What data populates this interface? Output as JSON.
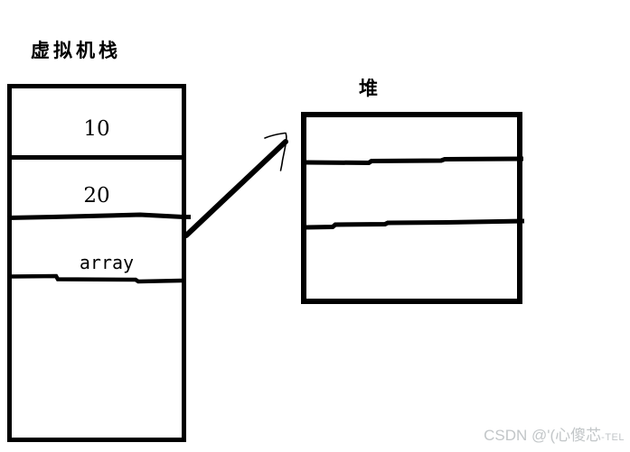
{
  "stack": {
    "title": "虚拟机栈",
    "cells": [
      {
        "label": "10"
      },
      {
        "label": "20"
      },
      {
        "label": "array"
      }
    ]
  },
  "heap": {
    "title": "堆"
  },
  "arrow": {
    "description": "arrow-from-array-cell-to-heap"
  },
  "watermark": {
    "text": "CSDN @'(心傻芯",
    "suffix": "-TEL"
  },
  "colors": {
    "stroke": "#000000",
    "background": "#ffffff",
    "watermark": "#c2c6c8"
  }
}
